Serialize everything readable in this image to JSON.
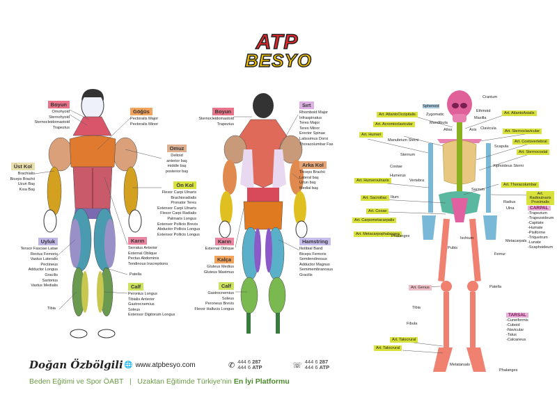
{
  "logo": {
    "line1": "ATP",
    "line2": "BESYO"
  },
  "colors": {
    "boyun": "#e9748a",
    "gogus": "#f2a35c",
    "omuz": "#ddb092",
    "ust_kol": "#e9dfac",
    "on_kol": "#d8e33f",
    "uyluk": "#bfb6e6",
    "karin": "#ea86a2",
    "calf": "#cde25e",
    "sirt": "#ddb0e4",
    "arka_kol": "#e5a577",
    "kalca": "#f2a35c",
    "hamstring": "#c7bdec",
    "skeleton_tag": "#d9e23c"
  },
  "front": {
    "boyun": {
      "title": "Boyun",
      "items": [
        "Omohyoid",
        "Sternohyoid",
        "Sternocleidomastoid",
        "Trapezius"
      ]
    },
    "gogus": {
      "title": "Göğüs",
      "items": [
        "Pectoralis Major",
        "Pectoralis Minor"
      ]
    },
    "omuz": {
      "title": "Omuz",
      "items": [
        "Deltoid",
        "anterior baş",
        "middle baş",
        "posterior baş"
      ]
    },
    "ust_kol": {
      "title": "Üst Kol",
      "items": [
        "Brachialis",
        "Biceps Brachii",
        "Uzun Baş",
        "Kısa Baş"
      ]
    },
    "on_kol": {
      "title": "Ön Kol",
      "items": [
        "Flexor Carpi Ulnaris",
        "Brachioradialis",
        "Pronator Teres",
        "Extensor Carpi Ulnaris",
        "Flexor Carpi Radialis",
        "Palmaris Longus",
        "Extensor Pollicis Brevis",
        "Abductor Pollicis Longus",
        "Extensor Pollicis Longus"
      ]
    },
    "uyluk": {
      "title": "Uyluk",
      "items": [
        "Tensor Fasciae Latae",
        "Rectus Femoris",
        "Vastus Lateralis",
        "Pectineus",
        "Adductor Longus",
        "Gracilis",
        "Sartorius",
        "Vastus Medialis"
      ]
    },
    "karin": {
      "title": "Karın",
      "items": [
        "Serratus Anterior",
        "External Oblique",
        "Pectus Abdominis",
        "Tendinous Inscreptions"
      ]
    },
    "patella": "Patella",
    "tibia": "Tibia",
    "calf": {
      "title": "Calf",
      "items": [
        "Peronius Longus",
        "Tibialis Anterior",
        "Gastrocnemius",
        "Soleus",
        "Extensor Digitorum Longus"
      ]
    }
  },
  "back": {
    "boyun": {
      "title": "Boyun",
      "items": [
        "Sternocleidomastoid",
        "Trapezius"
      ]
    },
    "sirt": {
      "title": "Sırt",
      "items": [
        "Rhomboid Major",
        "Infraspinatus",
        "Teres Major",
        "Teres Minor",
        "Erector Spinae",
        "Latissimus Dorsi",
        "Thoracolumbar Fas"
      ]
    },
    "arka_kol": {
      "title": "Arka Kol",
      "items": [
        "Triceps Brachii",
        "Lateral baş",
        "Uzun baş",
        "Medial baş"
      ]
    },
    "karin": {
      "title": "Karın",
      "items": [
        "External Oblique"
      ]
    },
    "kalca": {
      "title": "Kalça",
      "items": [
        "Gluteus Medius",
        "Gluteus Maximus"
      ]
    },
    "hamstring": {
      "title": "Hamstring",
      "items": [
        "Iliotibial Band",
        "Biceps Femoris",
        "Semitendinosus",
        "Adductor Magnus",
        "Semimembranosus",
        "Gracilis"
      ]
    },
    "calf": {
      "title": "Calf",
      "items": [
        "Gastrocnemius",
        "Soleus",
        "Peroneus Brevis",
        "Flexor Hallucis Longus"
      ]
    }
  },
  "skeleton": {
    "joints_left": [
      "Art. AtlantoOccipitalis",
      "Art. Acromioclavicular",
      "Art. Humeri",
      "Art. Humeroulnaris",
      "Art. Sacroiliac",
      "Art. Coxae",
      "Art. Carpometacarpalis",
      "Art. Metacarpophalangea",
      "Art. Talocrural",
      "Art. Talocrural"
    ],
    "joints_right": [
      "Art. AtlantoAxialis",
      "Art. Sternoclavicular",
      "Art. Costovertebral",
      "Art. Sternocostal",
      "Art. Thoracolumbar",
      "Art. Radioulnaris Proximalis"
    ],
    "genus": "Art. Genus",
    "bones": {
      "cranium": "Cranium",
      "sphenoid": "Sphenoid",
      "ethmoid": "Ethmoid",
      "zygomatic": "Zygomatic",
      "maxilla": "Maxilla",
      "mandibula": "Mandibula",
      "atlas": "Atlas",
      "axis": "Axis",
      "clavicula": "Clavicula",
      "manubrium": "Manubrium Sterni",
      "scapula": "Scapula",
      "sternum": "Sternum",
      "xiphoideus": "Xiphoideus Sterni",
      "costae": "Costae",
      "humerus": "Humerus",
      "vertebra": "Vertebra",
      "sacrum": "Sacrum",
      "ilium": "Ilium",
      "radius": "Radius",
      "ulna": "Ulna",
      "phalanges_hand": "Phalanges",
      "ischium": "Ischium",
      "metacarpals": "Metacarpals",
      "pubis": "Pubis",
      "femur": "Femur",
      "patella": "Patella",
      "tibia": "Tibia",
      "fibula": "Fibula",
      "metatarsals": "Metatarsals",
      "phalanges_foot": "Phalanges"
    },
    "carpal": {
      "title": "CARPAL",
      "items": [
        "-Trapezium",
        "-Trapezoideum",
        "-Capitate",
        "-Humate",
        "-Pisiforme",
        "-Triquetrum",
        "-Lunate",
        "-Scaphoideum"
      ]
    },
    "tarsal": {
      "title": "TARSAL",
      "items": [
        "-Cuneiformis",
        "-Cuboid",
        "-Navicular",
        "-Talus",
        "-Calcaneus"
      ]
    }
  },
  "footer": {
    "author": "Doğan Özbölgili",
    "website": "www.atpbesyo.com",
    "phone_line1_a": "444 6 ",
    "phone_line1_b": "287",
    "phone_line2_a": "444 6 ",
    "phone_line2_b": "ATP",
    "wa_line1_a": "444 6 ",
    "wa_line1_b": "287",
    "wa_line2_a": "444 6 ",
    "wa_line2_b": "ATP",
    "tagline_a": "Beden Eğitimi ve Spor ÖABT   |   Uzaktan Eğitimde Türkiye'nin ",
    "tagline_b": "En İyi Platformu"
  }
}
